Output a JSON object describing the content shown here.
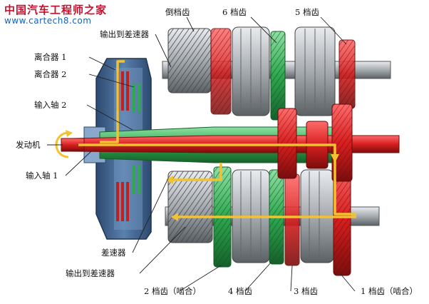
{
  "watermark": {
    "site_name": "中国汽车工程师之家",
    "url": "www.cartech8.com"
  },
  "labels": {
    "reverse_gear": "倒档齿",
    "gear6": "6 档齿",
    "gear5": "5 档齿",
    "output_diff_top": "输出到差速器",
    "clutch1": "离合器 1",
    "clutch2": "离合器 2",
    "input_shaft2": "输入轴 2",
    "engine": "发动机",
    "input_shaft1": "输入轴 1",
    "differential": "差速器",
    "output_diff_bottom": "输出到差速器",
    "gear2": "2 档齿（啮合）",
    "gear4": "4 档齿",
    "gear3": "3 档齿",
    "gear1": "1 档齿（啮合）"
  },
  "colors": {
    "power_flow": "#f2c230",
    "odd_shaft": "#d81f1f",
    "even_shaft": "#2fa84f",
    "housing": "#3a5f8f",
    "gear_grey": "#9ea3a8"
  }
}
